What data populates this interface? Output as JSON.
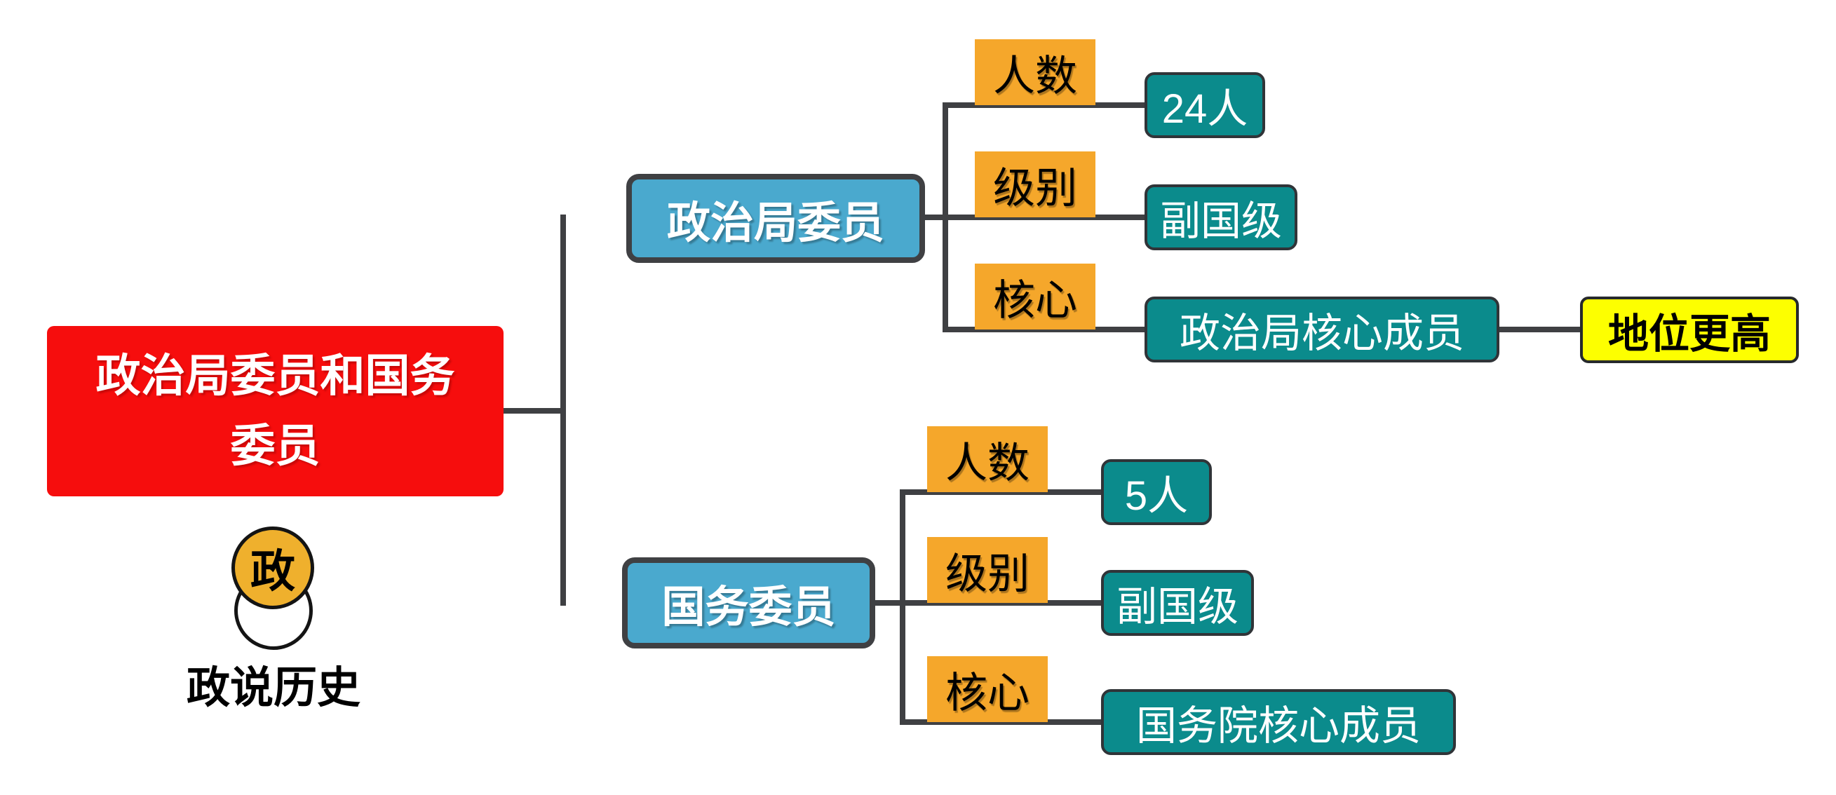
{
  "diagram_title": "政治局委员和国务委员",
  "root": {
    "label": "政治局委员和国务委员"
  },
  "logo": {
    "badge_char": "政",
    "caption": "政说历史"
  },
  "branches": [
    {
      "label": "政治局委员",
      "rows": [
        {
          "key": "人数",
          "value": "24人"
        },
        {
          "key": "级别",
          "value": "副国级"
        },
        {
          "key": "核心",
          "value": "政治局核心成员",
          "note": "地位更高"
        }
      ]
    },
    {
      "label": "国务委员",
      "rows": [
        {
          "key": "人数",
          "value": "5人"
        },
        {
          "key": "级别",
          "value": "副国级"
        },
        {
          "key": "核心",
          "value": "国务院核心成员"
        }
      ]
    }
  ],
  "colors": {
    "root_bg": "#F60D0D",
    "branch_bg": "#4AA9CE",
    "key_bg": "#F5A72B",
    "value_bg": "#0B8B8C",
    "note_bg": "#FDFF00",
    "line": "#3F4043",
    "badge_bg": "#EFB02D",
    "root_text": "#FFFFFF",
    "branch_text": "#FFFFFF",
    "value_text": "#FFFFFF",
    "key_text": "#000000",
    "note_text": "#000000"
  }
}
